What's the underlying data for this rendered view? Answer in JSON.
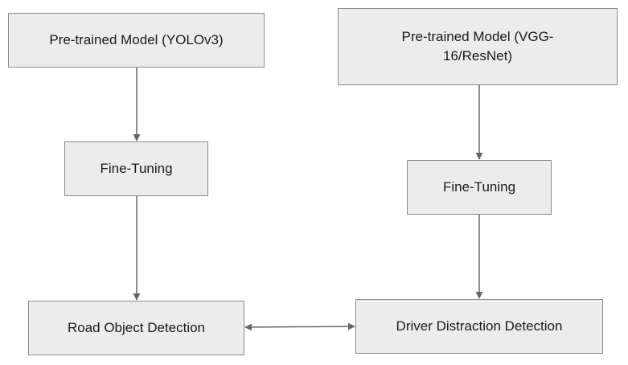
{
  "nodes": {
    "yolo_model": "Pre-trained Model (YOLOv3)",
    "vgg_model": "Pre-trained Model (VGG-16/ResNet)",
    "fine_tuning_left": "Fine-Tuning",
    "fine_tuning_right": "Fine-Tuning",
    "road_detection": "Road Object Detection",
    "driver_detection": "Driver Distraction Detection"
  },
  "edges": [
    {
      "from": "yolo_model",
      "to": "fine_tuning_left",
      "direction": "forward"
    },
    {
      "from": "fine_tuning_left",
      "to": "road_detection",
      "direction": "forward"
    },
    {
      "from": "vgg_model",
      "to": "fine_tuning_right",
      "direction": "forward"
    },
    {
      "from": "fine_tuning_right",
      "to": "driver_detection",
      "direction": "forward"
    },
    {
      "from": "road_detection",
      "to": "driver_detection",
      "direction": "bidirectional"
    }
  ],
  "colors": {
    "node_fill": "#ececec",
    "node_border": "#8a8a8a",
    "edge": "#666666",
    "text": "#1a1a1a"
  }
}
